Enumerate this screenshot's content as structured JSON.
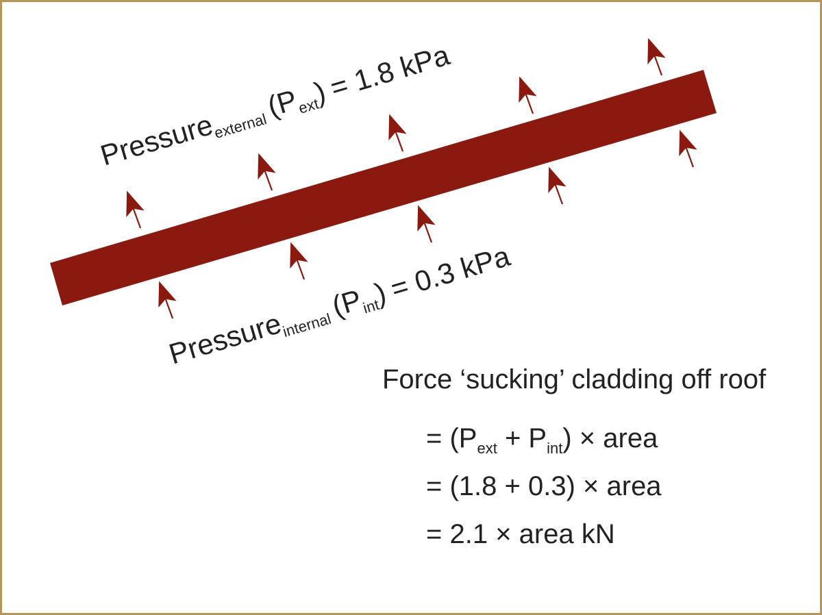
{
  "colors": {
    "frame": "#b4965a",
    "beam": "#8a1a10",
    "arrow": "#8a1a10",
    "text": "#222222"
  },
  "labels": {
    "external": {
      "word": "Pressure",
      "sub": "external",
      "open": "(P",
      "sym_sub": "ext",
      "close": ")",
      "value": "= 1.8 kPa"
    },
    "internal": {
      "word": "Pressure",
      "sub": "internal",
      "open": "(P",
      "sym_sub": "int",
      "close": ")",
      "value": "= 0.3 kPa"
    }
  },
  "formula": {
    "heading": "Force ‘sucking’ cladding off roof",
    "line1": {
      "a": "= (P",
      "a_sub": "ext",
      "b": " + P",
      "b_sub": "int",
      "c": ") × area"
    },
    "line2": "= (1.8 + 0.3) × area",
    "line3": "= 2.1 × area kN"
  }
}
